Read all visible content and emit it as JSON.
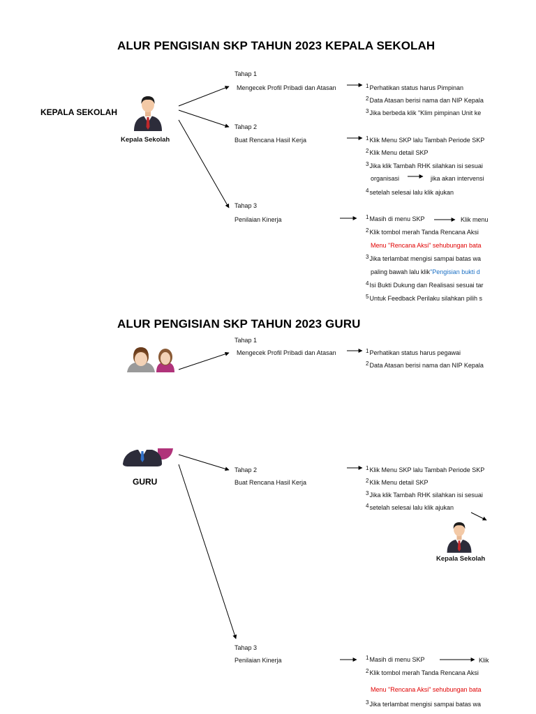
{
  "section1": {
    "title": "ALUR PENGISIAN SKP TAHUN 2023 KEPALA SEKOLAH",
    "role_label": "KEPALA SEKOLAH",
    "icon_caption": "Kepala Sekolah",
    "tahap1": {
      "label": "Tahap 1",
      "desc": "Mengecek Profil Pribadi dan Atasan",
      "steps": [
        {
          "num": "1",
          "text": "Perhatikan status harus Pimpinan"
        },
        {
          "num": "2",
          "text": "Data Atasan berisi nama dan NIP Kepala"
        },
        {
          "num": "3",
          "text": "Jika berbeda klik \"Klim pimpinan Unit ke"
        }
      ]
    },
    "tahap2": {
      "label": "Tahap 2",
      "desc": "Buat Rencana Hasil Kerja",
      "steps": [
        {
          "num": "1",
          "text": "Klik Menu SKP lalu Tambah Periode SKP"
        },
        {
          "num": "2",
          "text": "Klik Menu detail SKP"
        },
        {
          "num": "3",
          "text": "Jika klik Tambah RHK  silahkan isi sesuai"
        },
        {
          "num": "4",
          "text": "setelah selesai lalu klik ajukan"
        }
      ],
      "cont_a": "organisasi",
      "cont_b": "jika akan intervensi"
    },
    "tahap3": {
      "label": "Tahap 3",
      "desc": "Penilaian Kinerja",
      "steps": [
        {
          "num": "1",
          "text": "Masih di menu SKP"
        },
        {
          "num": "2",
          "text": "Klik tombol  merah Tanda Rencana Aksi"
        },
        {
          "num": "3",
          "text": "Jika terlambat mengisi sampai batas wa"
        },
        {
          "num": "4",
          "text": "Isi Bukti Dukung dan Realisasi sesuai tar"
        },
        {
          "num": "5",
          "text": "Untuk Feedback Perilaku silahkan pilih s"
        }
      ],
      "step1_b": "Klik menu",
      "red_note": "Menu \"Rencana Aksi\" sehubungan bata",
      "cont3_a": "paling bawah lalu klik",
      "cont3_b": "\"Pengisian bukti d"
    }
  },
  "section2": {
    "title": "ALUR PENGISIAN SKP TAHUN 2023 GURU",
    "role_label": "GURU",
    "tahap1": {
      "label": "Tahap 1",
      "desc": "Mengecek Profil Pribadi dan Atasan",
      "steps": [
        {
          "num": "1",
          "text": "Perhatikan status harus pegawai"
        },
        {
          "num": "2",
          "text": "Data Atasan berisi nama dan NIP Kepala"
        }
      ]
    },
    "tahap2": {
      "label": "Tahap 2",
      "desc": "Buat Rencana Hasil Kerja",
      "steps": [
        {
          "num": "1",
          "text": "Klik Menu SKP lalu Tambah Periode SKP"
        },
        {
          "num": "2",
          "text": "Klik Menu detail SKP"
        },
        {
          "num": "3",
          "text": "Jika klik Tambah RHK  silahkan isi sesuai"
        },
        {
          "num": "4",
          "text": "setelah selesai lalu klik ajukan"
        }
      ],
      "kepsek_caption": "Kepala Sekolah"
    },
    "tahap3": {
      "label": "Tahap 3",
      "desc": "Penilaian Kinerja",
      "steps": [
        {
          "num": "1",
          "text": "Masih di menu SKP"
        },
        {
          "num": "2",
          "text": "Klik tombol  merah Tanda Rencana Aksi"
        },
        {
          "num": "3",
          "text": "Jika terlambat mengisi sampai batas wa"
        }
      ],
      "step1_b": "Klik menu",
      "red_note": "Menu \"Rencana Aksi\" sehubungan bata"
    }
  },
  "colors": {
    "red_text": "#e00000",
    "blue_text": "#1a6fc4",
    "suit": "#2c2c3a",
    "tie": "#c0282b",
    "skin": "#f3c9a6",
    "hair": "#1c1c1c"
  }
}
